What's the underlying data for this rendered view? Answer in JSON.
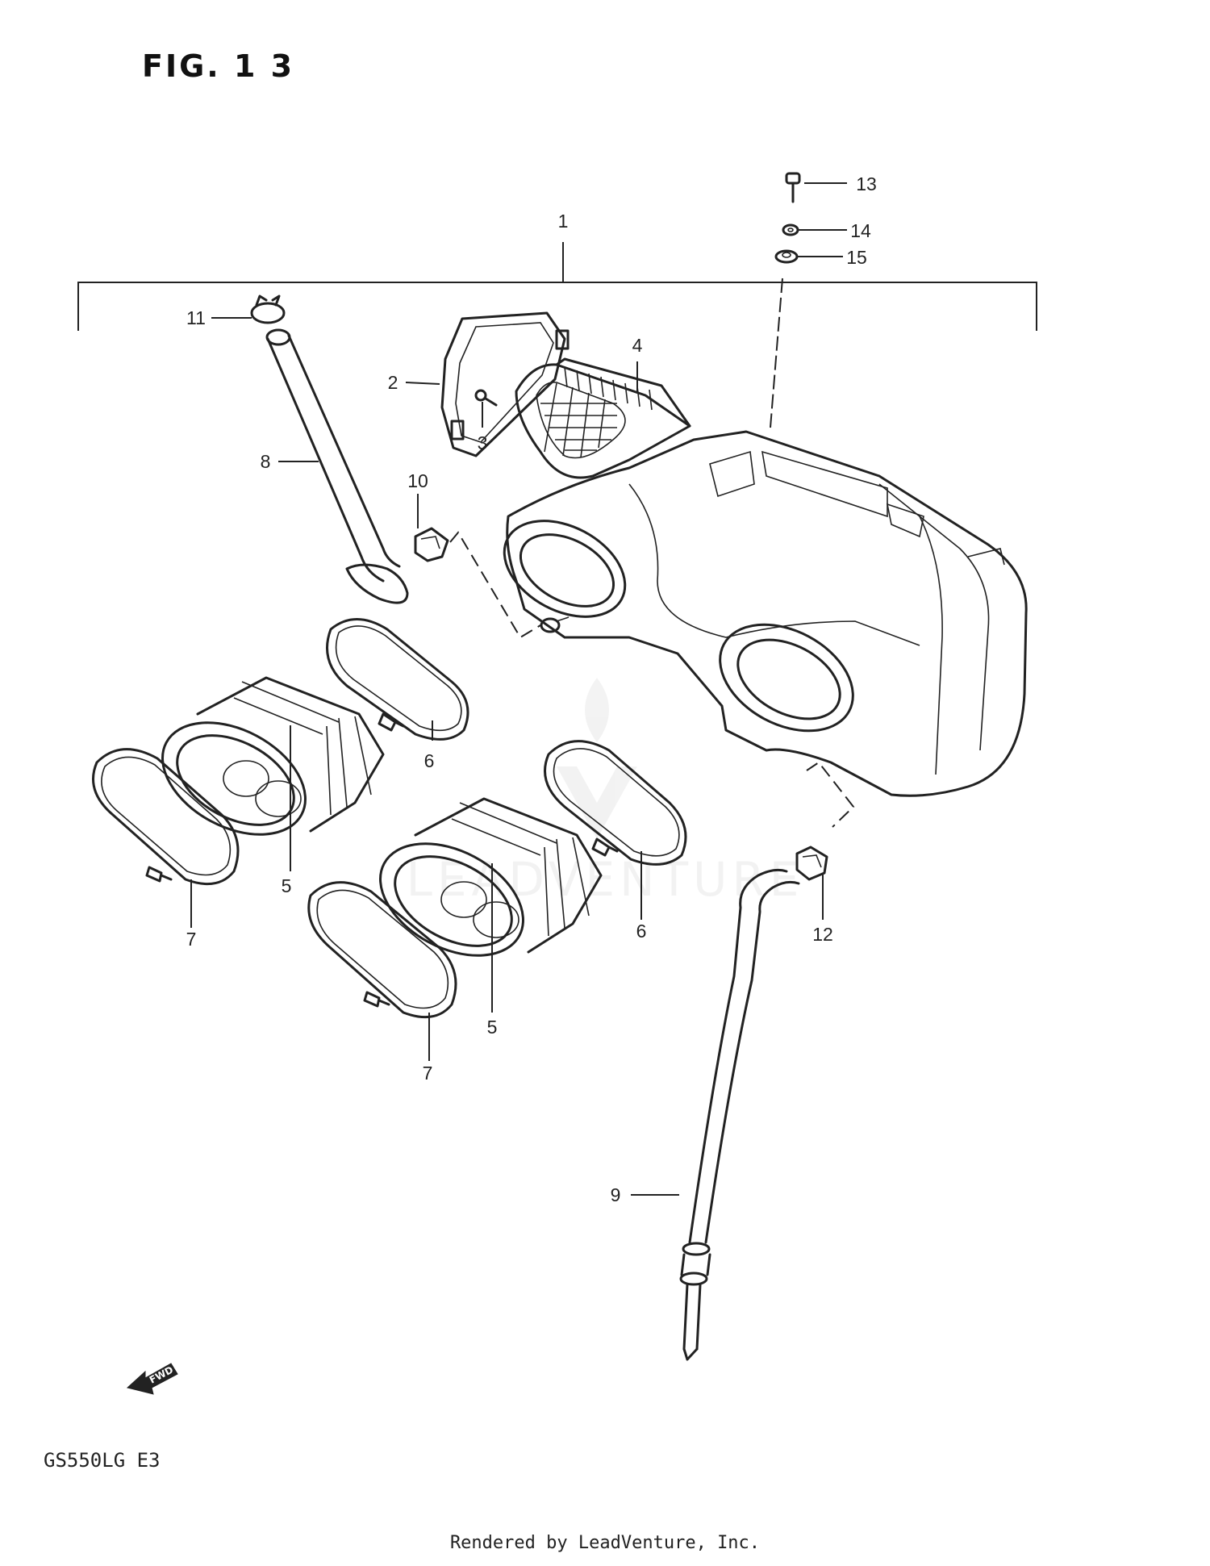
{
  "figure": {
    "title": "FIG. 1 3",
    "model_code": "GS550LG  E3",
    "footer": "Rendered by LeadVenture, Inc.",
    "watermark": "LEADVENTURE",
    "fwd_label": "FWD"
  },
  "callouts": [
    "1",
    "2",
    "3",
    "4",
    "5",
    "5",
    "6",
    "6",
    "7",
    "7",
    "8",
    "9",
    "10",
    "11",
    "12",
    "13",
    "14",
    "15"
  ]
}
